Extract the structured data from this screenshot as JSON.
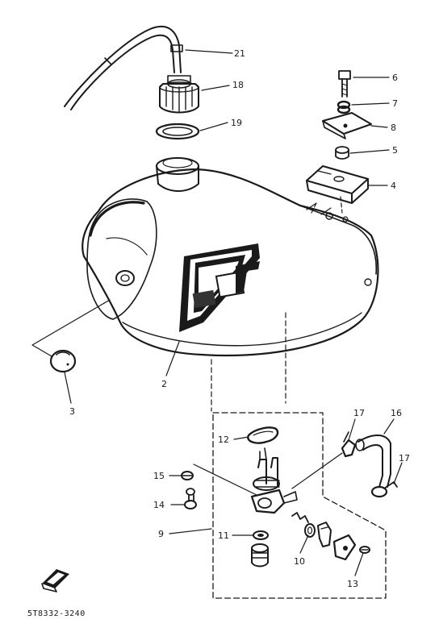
{
  "diagram": {
    "part_code": "5T8332-3240",
    "callouts": [
      {
        "id": "c1",
        "label": "21"
      },
      {
        "id": "c2",
        "label": "18"
      },
      {
        "id": "c3",
        "label": "19"
      },
      {
        "id": "c4",
        "label": "6"
      },
      {
        "id": "c5",
        "label": "7"
      },
      {
        "id": "c6",
        "label": "8"
      },
      {
        "id": "c7",
        "label": "5"
      },
      {
        "id": "c8",
        "label": "4"
      },
      {
        "id": "c9",
        "label": "2"
      },
      {
        "id": "c10",
        "label": "3"
      },
      {
        "id": "c11",
        "label": "12"
      },
      {
        "id": "c12",
        "label": "15"
      },
      {
        "id": "c13",
        "label": "14"
      },
      {
        "id": "c14",
        "label": "9"
      },
      {
        "id": "c15",
        "label": "11"
      },
      {
        "id": "c16",
        "label": "10"
      },
      {
        "id": "c17",
        "label": "17"
      },
      {
        "id": "c18",
        "label": "16"
      },
      {
        "id": "c19",
        "label": "17"
      },
      {
        "id": "c20",
        "label": "13"
      }
    ]
  }
}
